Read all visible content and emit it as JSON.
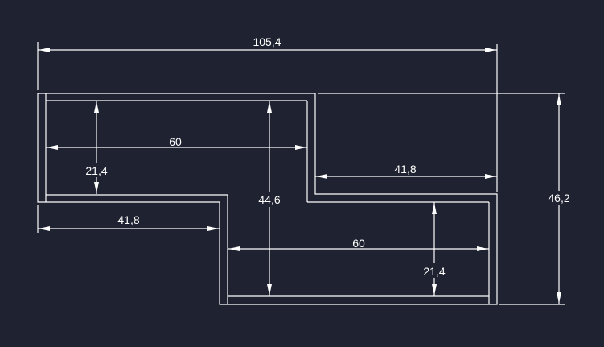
{
  "drawing": {
    "background_color": "#1f2230",
    "line_color": "#ffffff",
    "dimensions": {
      "overall_width": "105,4",
      "upper_shelf_width": "60",
      "upper_shelf_height": "21,4",
      "upper_step_width": "41,8",
      "total_inner_height": "44,6",
      "right_offset_width": "41,8",
      "lower_shelf_width": "60",
      "lower_shelf_height": "21,4",
      "overall_height": "46,2"
    }
  }
}
